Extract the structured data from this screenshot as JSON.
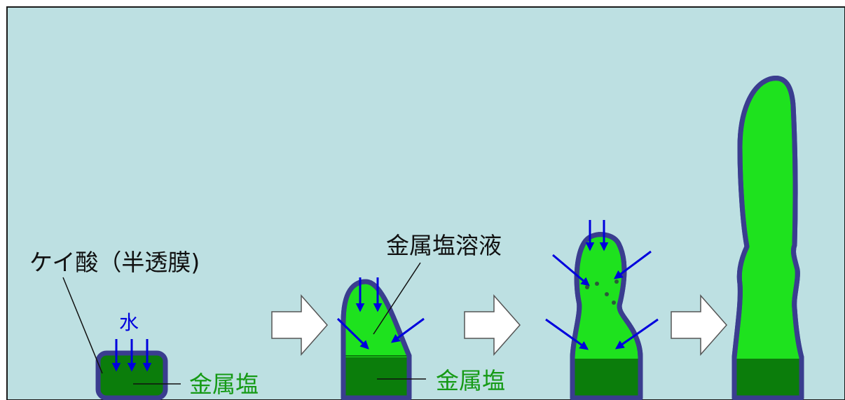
{
  "colors": {
    "background": "#bde0e2",
    "frame": "#1a1a1a",
    "membrane_outline": "#3a3d8f",
    "metal_salt": "#0b7d0b",
    "solution": "#1ee21e",
    "water_arrow": "#0000dd",
    "metal_salt_text": "#159a15",
    "process_arrow_fill": "#ffffff",
    "process_arrow_stroke": "#555555",
    "pointer_line": "#111111"
  },
  "labels": {
    "silicic_acid": "ケイ酸（半透膜)",
    "water": "水",
    "metal_salt_1": "金属塩",
    "metal_salt_2": "金属塩",
    "metal_salt_solution": "金属塩溶液"
  },
  "stages": [
    {
      "id": "stage-1",
      "description_icon": "membrane-block"
    },
    {
      "id": "stage-2",
      "description_icon": "growing-dome"
    },
    {
      "id": "stage-3",
      "description_icon": "budding-tube"
    },
    {
      "id": "stage-4",
      "description_icon": "tall-chemical-garden"
    }
  ]
}
